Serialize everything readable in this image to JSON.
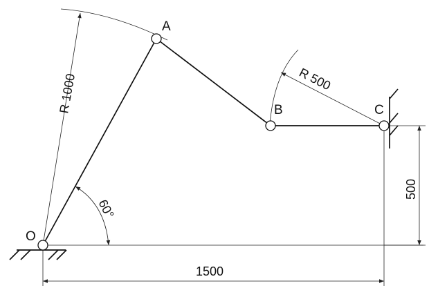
{
  "points": {
    "O": "O",
    "A": "A",
    "B": "B",
    "C": "C"
  },
  "dimensions": {
    "radius_oa": "R 1000",
    "radius_bc": "R 500",
    "angle": "60°",
    "horizontal": "1500",
    "vertical": "500"
  }
}
